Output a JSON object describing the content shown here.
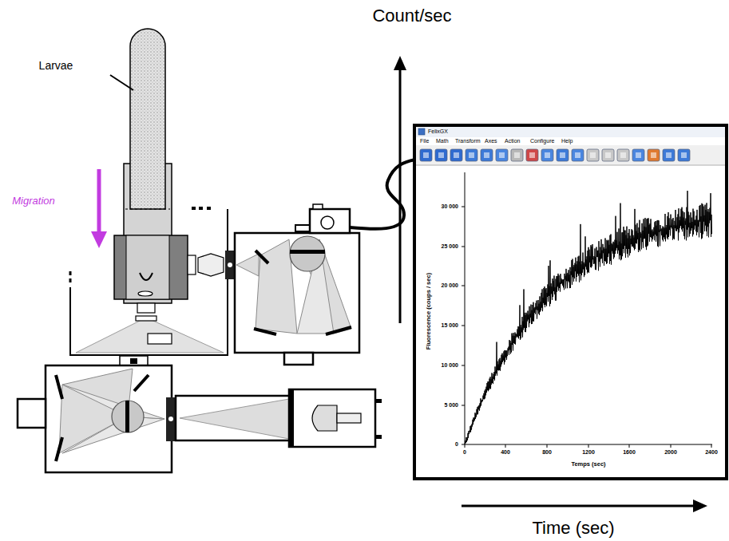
{
  "diagram": {
    "nodes": [
      {
        "text": [
          "FelixGX",
          "File",
          "Math",
          "Transform",
          "Axes",
          "Action",
          "Configure",
          "Help",
          "30 000",
          "25 000",
          "20 000",
          "15 000",
          "10 000",
          "5 000",
          "0",
          "0",
          "400",
          "800",
          "1200",
          "1600",
          "2000",
          "2400",
          "Temps (sec)",
          "Fluorescence (coups / sec)"
        ]
      }
    ],
    "labels": [
      "Count/sec",
      "Larvae",
      "Migration",
      "Time (sec)"
    ]
  }
}
